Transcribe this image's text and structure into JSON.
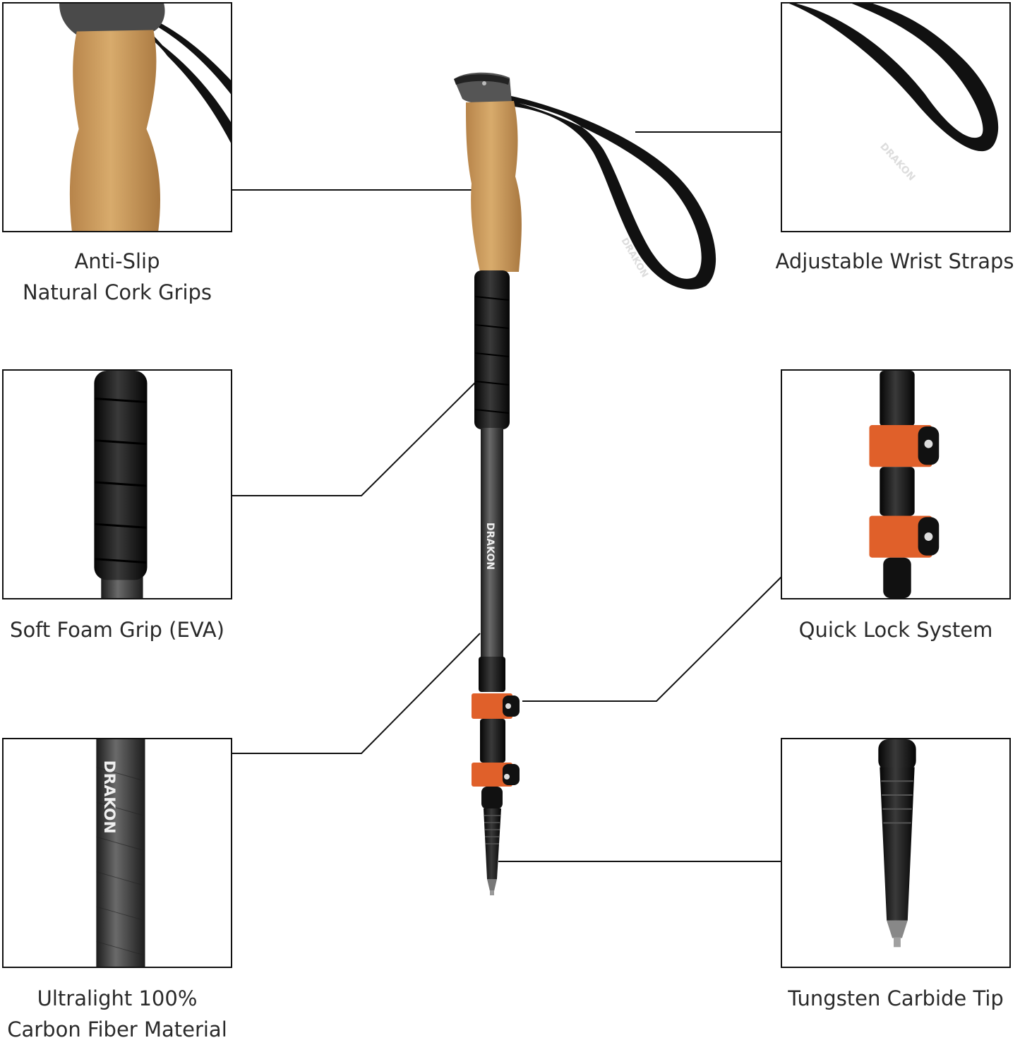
{
  "brand": "DRAKON",
  "colors": {
    "cork": "#c99a5b",
    "foam": "#151515",
    "lock_orange": "#e0602a",
    "carbon": "#3a3a3a",
    "line": "#111111"
  },
  "features": {
    "cork_grip": {
      "lines": [
        "Anti-Slip",
        "Natural Cork Grips"
      ]
    },
    "wrist_strap": {
      "lines": [
        "Adjustable Wrist Straps"
      ]
    },
    "foam_grip": {
      "lines": [
        "Soft Foam Grip (EVA)"
      ]
    },
    "quick_lock": {
      "lines": [
        "Quick Lock System"
      ]
    },
    "carbon_fiber": {
      "lines": [
        "Ultralight 100%",
        "Carbon Fiber Material"
      ]
    },
    "carbide_tip": {
      "lines": [
        "Tungsten Carbide Tip"
      ]
    }
  }
}
